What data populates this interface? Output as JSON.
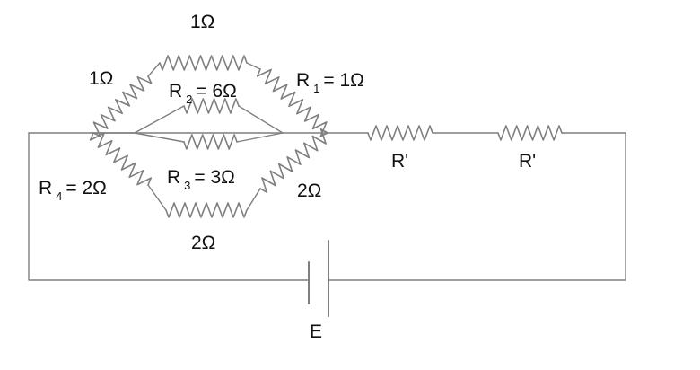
{
  "colors": {
    "wire": "#7f7f7f",
    "text": "#111111",
    "background": "#ffffff"
  },
  "labels": {
    "top": "1Ω",
    "upper_left": "1Ω",
    "r1": {
      "letter": "R",
      "sub": "1",
      "value": " = 1Ω"
    },
    "r2": {
      "letter": "R",
      "sub": "2",
      "value": " = 6Ω"
    },
    "r3": {
      "letter": "R",
      "sub": "3",
      "value": " = 3Ω"
    },
    "r4": {
      "letter": "R",
      "sub": "4",
      "value": " = 2Ω"
    },
    "lower_right": "2Ω",
    "bottom": "2Ω",
    "r_prime_1": "R'",
    "r_prime_2": "R'",
    "battery": "E"
  }
}
